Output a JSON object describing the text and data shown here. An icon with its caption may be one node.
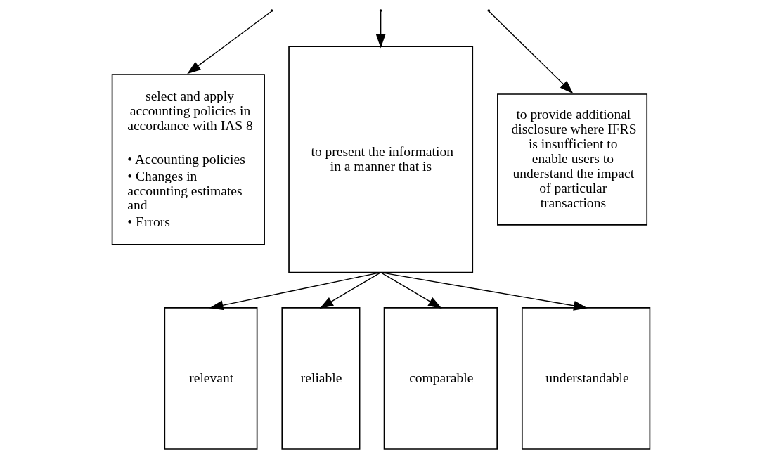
{
  "diagram": {
    "nodes": [
      {
        "text": [
          "select and apply accounting policies in accordance with IAS 8",
          "• Accounting policies",
          "• Changes in accounting estimates and",
          "• Errors"
        ]
      },
      {
        "text": [
          "to present the information in a manner that is"
        ]
      },
      {
        "text": [
          "to provide additional disclosure where IFRS is insufficient to enable users to understand the impact of particular transactions"
        ]
      },
      {
        "text": [
          "relevant"
        ]
      },
      {
        "text": [
          "reliable"
        ]
      },
      {
        "text": [
          "comparable"
        ]
      },
      {
        "text": [
          "understandable"
        ]
      }
    ],
    "edges": [
      {
        "from": null,
        "to": 0,
        "arrow": "to"
      },
      {
        "from": null,
        "to": 1,
        "arrow": "to"
      },
      {
        "from": null,
        "to": 2,
        "arrow": "to"
      },
      {
        "from": 1,
        "to": 3,
        "arrow": "to"
      },
      {
        "from": 1,
        "to": 4,
        "arrow": "to"
      },
      {
        "from": 1,
        "to": 5,
        "arrow": "to"
      },
      {
        "from": 1,
        "to": 6,
        "arrow": "to"
      }
    ]
  }
}
